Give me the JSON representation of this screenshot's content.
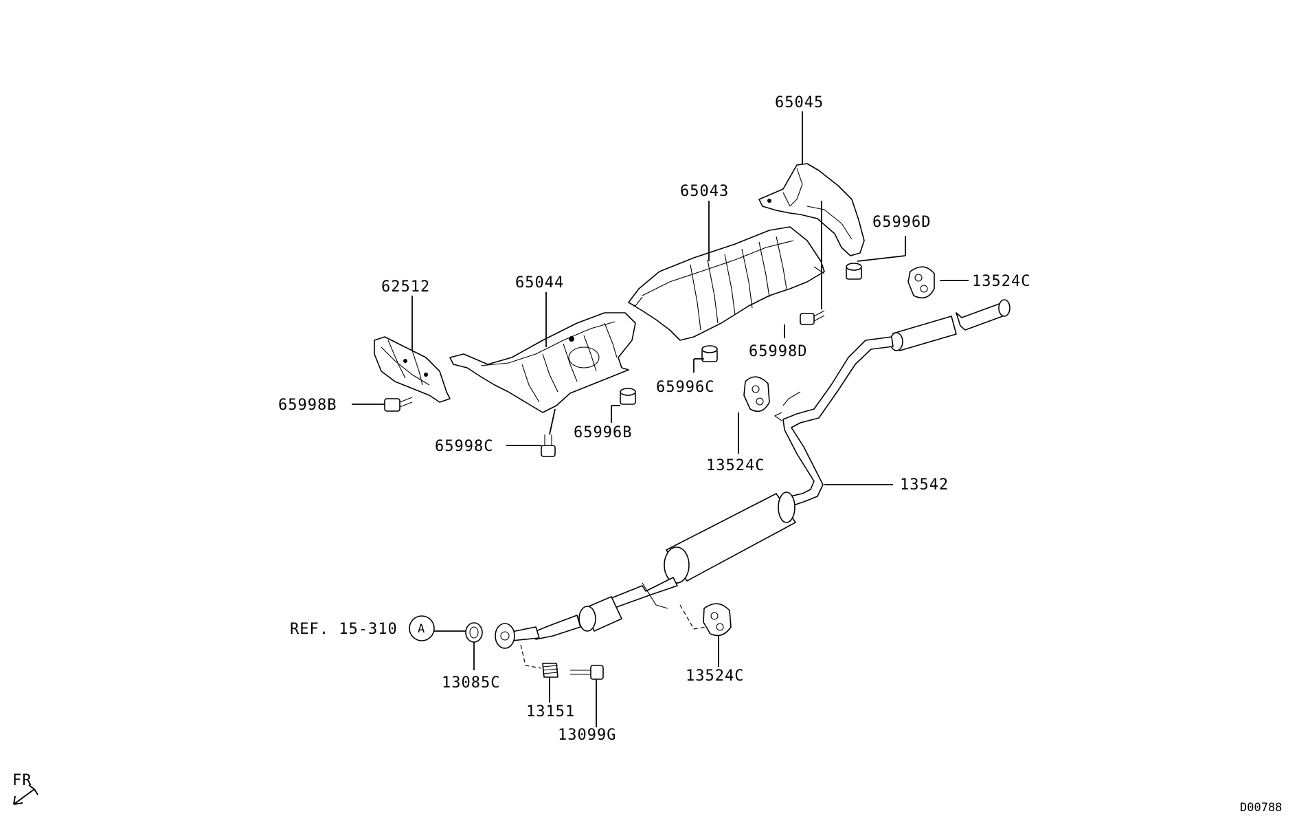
{
  "parts": {
    "p65045": "65045",
    "p65043": "65043",
    "p65996D": "65996D",
    "p13524C_a": "13524C",
    "p62512": "62512",
    "p65044": "65044",
    "p65998D": "65998D",
    "p65996C": "65996C",
    "p65998B": "65998B",
    "p65996B": "65996B",
    "p65998C": "65998C",
    "p13524C_b": "13524C",
    "p13542": "13542",
    "ref": "REF. 15-310",
    "ref_circle": "A",
    "p13085C": "13085C",
    "p13151": "13151",
    "p13099G": "13099G",
    "p13524C_c": "13524C"
  },
  "direction": "FR",
  "drawing_code": "D00788"
}
